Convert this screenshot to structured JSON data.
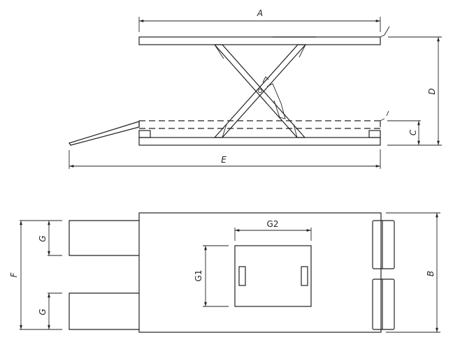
{
  "title": "Scissor lift dimension drawing",
  "side_view": {
    "dimensions": {
      "A": "A",
      "C": "C",
      "D": "D",
      "E": "E"
    }
  },
  "top_view": {
    "dimensions": {
      "B": "B",
      "F": "F",
      "G_upper": "G",
      "G_lower": "G",
      "G1": "G1",
      "G2": "G2"
    }
  },
  "colors": {
    "line": "#222222",
    "background": "#ffffff"
  }
}
